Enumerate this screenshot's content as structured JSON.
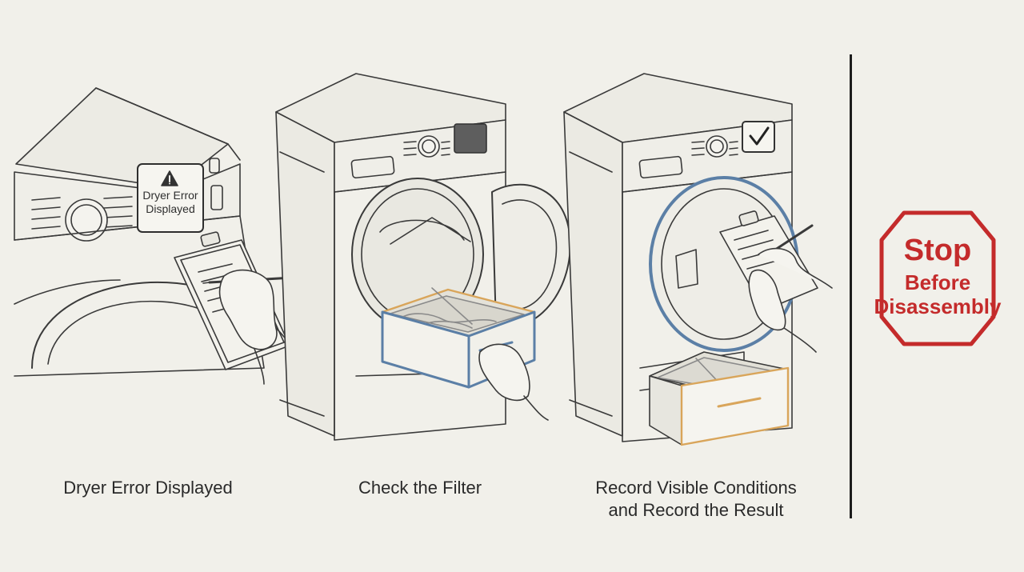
{
  "steps": [
    {
      "caption": "Dryer Error Displayed",
      "screen_text": "Dryer Error\nDisplayed",
      "screen_icon": "warning-icon"
    },
    {
      "caption": "Check the Filter"
    },
    {
      "caption": "Record Visible Conditions\nand Record the Result",
      "screen_icon": "checkmark-icon"
    }
  ],
  "stop_sign": {
    "line1": "Stop",
    "line2": "Before",
    "line3": "Disassembly"
  },
  "colors": {
    "background": "#f1f0ea",
    "stop_red": "#c42b2b",
    "filter_blue": "#5b7fa6",
    "filter_orange": "#d9a55a",
    "line": "#2a2a2a"
  }
}
